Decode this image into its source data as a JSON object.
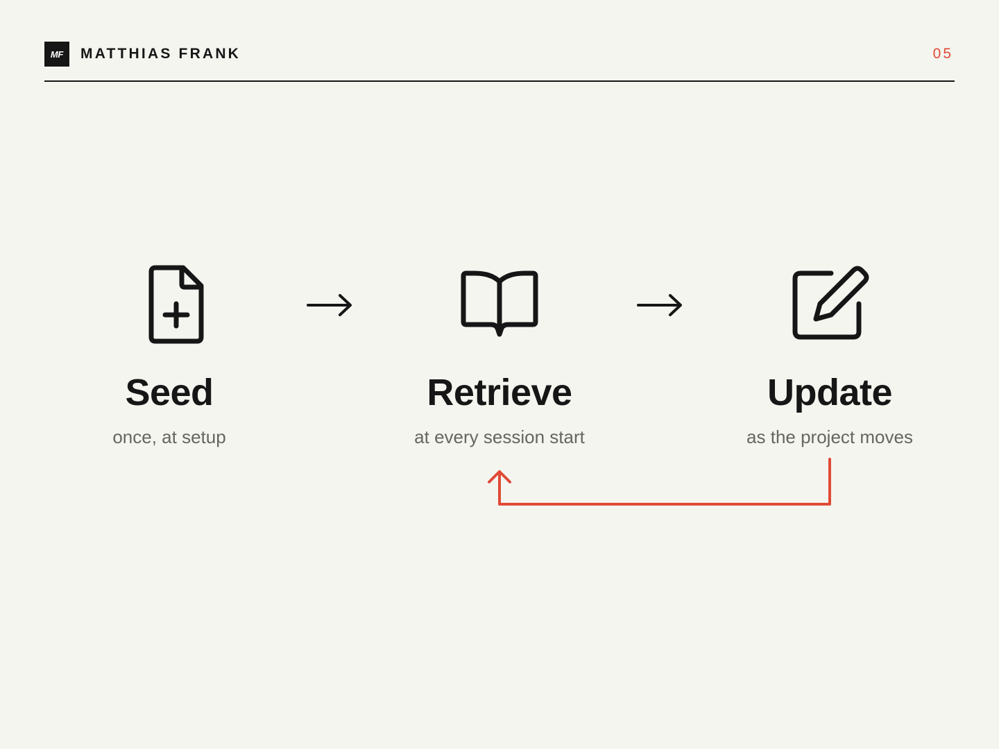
{
  "header": {
    "logo_text": "MF",
    "brand": "MATTHIAS FRANK",
    "page_number": "05"
  },
  "steps": [
    {
      "title": "Seed",
      "subtitle": "once, at setup",
      "icon": "file-plus-icon"
    },
    {
      "title": "Retrieve",
      "subtitle": "at every session start",
      "icon": "book-open-icon"
    },
    {
      "title": "Update",
      "subtitle": "as the project moves",
      "icon": "edit-icon"
    }
  ],
  "colors": {
    "background": "#f5f5f0",
    "ink": "#161616",
    "accent": "#e04a36",
    "muted": "#666660"
  }
}
